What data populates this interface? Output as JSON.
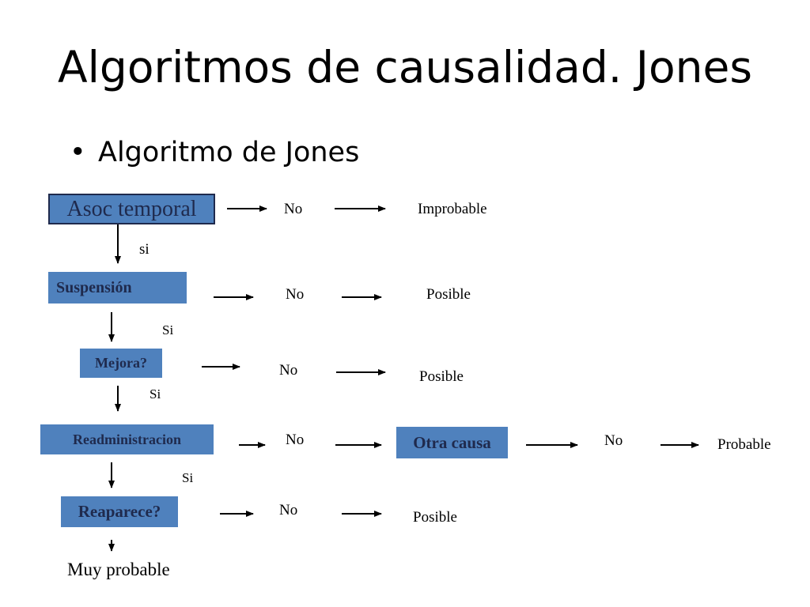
{
  "slide": {
    "title": "Algoritmos de causalidad. Jones",
    "bullet": "Algoritmo de Jones",
    "bullet_symbol": "•"
  },
  "flowchart": {
    "nodes": {
      "asoc_temporal": "Asoc temporal",
      "suspension": "Suspensión",
      "mejora": "Mejora?",
      "readministracion": "Readministracion",
      "reaparece": "Reaparece?",
      "otra_causa": "Otra causa"
    },
    "branch_labels": {
      "si_1": "si",
      "si_2": "Si",
      "si_3": "Si",
      "si_4": "Si",
      "no_1": "No",
      "no_2": "No",
      "no_3": "No",
      "no_4": "No",
      "no_5": "No",
      "no_6": "No"
    },
    "outcomes": {
      "improbable": "Improbable",
      "posible_1": "Posible",
      "posible_2": "Posible",
      "probable": "Probable",
      "posible_3": "Posible",
      "muy_probable": "Muy probable"
    }
  },
  "colors": {
    "box_fill": "#4f81bd",
    "box_text": "#1f2a4d",
    "arrow": "#000000"
  }
}
